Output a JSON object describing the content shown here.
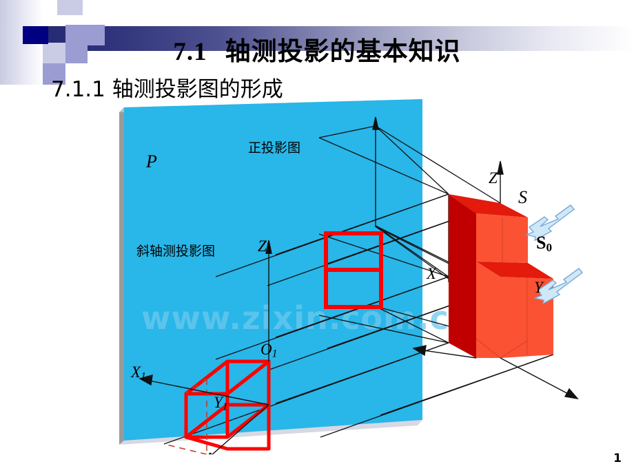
{
  "slide": {
    "page_number": "1",
    "title_number": "7.1",
    "title_text": "轴测投影的基本知识",
    "subtitle": "7.1.1 轴测投影图的形成",
    "watermark": "www.zixin.com.cn"
  },
  "colors": {
    "header_gradient_start": "#252a72",
    "header_gradient_end": "#ffffff",
    "square_dark": "#000080",
    "square_mid": "#9a9cd2",
    "square_light": "#cacce6",
    "plane_blue": "#29b6e8",
    "plane_edge_gray": "#9a9a9a",
    "wire_red": "#ff0000",
    "solid_red_top": "#e31a0c",
    "solid_red_front": "#fb5233",
    "solid_red_side": "#c00000",
    "arrow_fill": "#cfe8f7",
    "arrow_stroke": "#7ba7d7",
    "projection_line": "#000000",
    "watermark_color": "#b9dced"
  },
  "diagram": {
    "plane_label": "P",
    "labels": [
      {
        "name": "orthographic-projection-label",
        "text": "正投影图"
      },
      {
        "name": "oblique-axonometric-label",
        "text": "斜轴测投影图"
      }
    ],
    "axes_object": [
      {
        "name": "axis-z",
        "letter": "Z",
        "sub": ""
      },
      {
        "name": "axis-x",
        "letter": "X",
        "sub": ""
      },
      {
        "name": "axis-y",
        "letter": "Y",
        "sub": ""
      }
    ],
    "axes_projection": [
      {
        "name": "axis-z1",
        "letter": "Z",
        "sub": "1"
      },
      {
        "name": "axis-x1",
        "letter": "X",
        "sub": "1"
      },
      {
        "name": "axis-y1",
        "letter": "Y",
        "sub": "1"
      },
      {
        "name": "origin-o1",
        "letter": "O",
        "sub": "1"
      }
    ],
    "direction_arrows": [
      {
        "name": "projection-direction-s",
        "letter": "S",
        "sub": ""
      },
      {
        "name": "projection-direction-s0",
        "letter": "S",
        "sub": "0"
      }
    ]
  }
}
